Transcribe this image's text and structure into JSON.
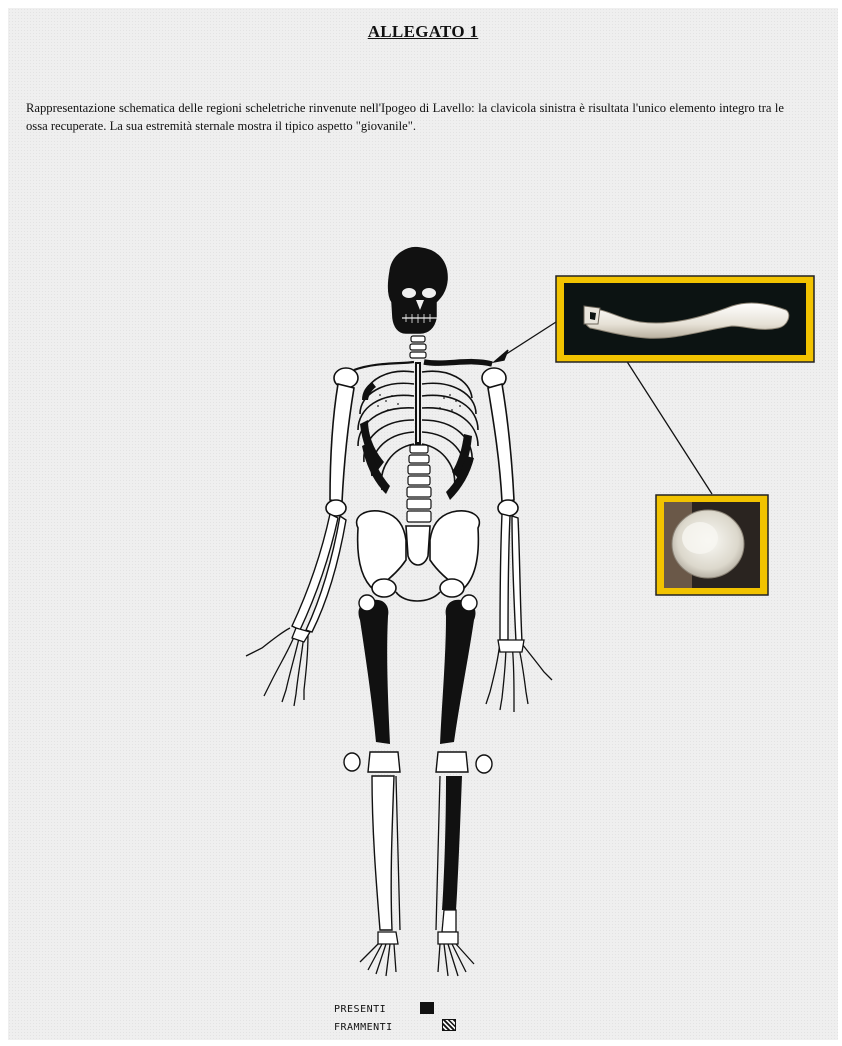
{
  "document": {
    "title": "ALLEGATO 1",
    "caption": "Rappresentazione schematica delle regioni scheletriche rinvenute nell'Ipogeo di Lavello: la clavicola sinistra è risultata l'unico elemento integro tra le ossa recuperate. La sua estremità sternale mostra il tipico aspetto \"giovanile\"."
  },
  "legend": {
    "present_label": "PRESENTI",
    "fragments_label": "FRAMMENTI"
  },
  "colors": {
    "frame": "#f2c300",
    "bone": "#111111",
    "paper": "#efefef"
  },
  "figure": {
    "skeleton_icon": "human-skeleton-icon",
    "photo_clavicle": "clavicle-photo",
    "photo_sternal_end": "sternal-end-photo"
  }
}
